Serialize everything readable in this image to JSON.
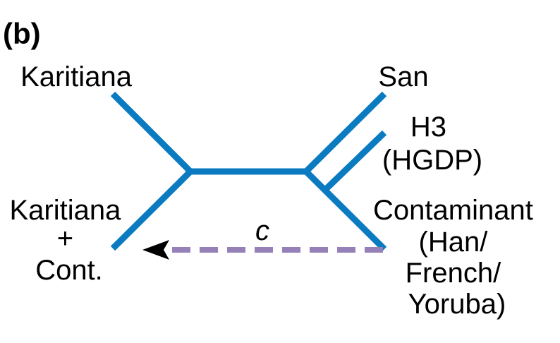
{
  "panel_label": "(b)",
  "colors": {
    "tree": "#0a7bc1",
    "admixture": "#9581b7",
    "text": "#000000"
  },
  "nodes": {
    "karitiana": "Karitiana",
    "san": "San",
    "h3": [
      "H3",
      "(HGDP)"
    ],
    "karitiana_cont": [
      "Karitiana",
      "+",
      "Cont."
    ],
    "contaminant": [
      "Contaminant",
      "(Han/",
      "French/",
      "Yoruba)"
    ]
  },
  "admixture_edge": {
    "label": "c",
    "style": "dashed",
    "direction": "from Contaminant to Karitiana + Cont."
  }
}
